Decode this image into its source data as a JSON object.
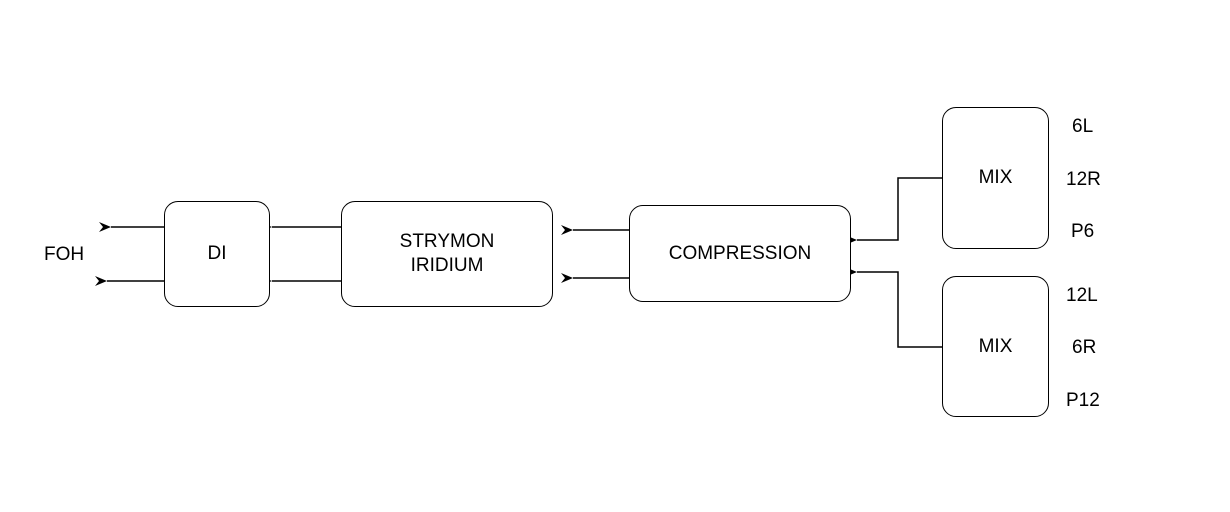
{
  "output_label": "FOH",
  "nodes": {
    "di": {
      "label": "DI"
    },
    "strymon": {
      "line1": "STRYMON",
      "line2": "IRIDIUM"
    },
    "compression": {
      "label": "COMPRESSION"
    },
    "mix_top": {
      "label": "MIX"
    },
    "mix_bottom": {
      "label": "MIX"
    }
  },
  "inputs": {
    "mix_top": [
      "6L",
      "12R",
      "P6"
    ],
    "mix_bottom": [
      "12L",
      "6R",
      "P12"
    ]
  },
  "colors": {
    "stroke": "#000000",
    "background": "#ffffff"
  }
}
